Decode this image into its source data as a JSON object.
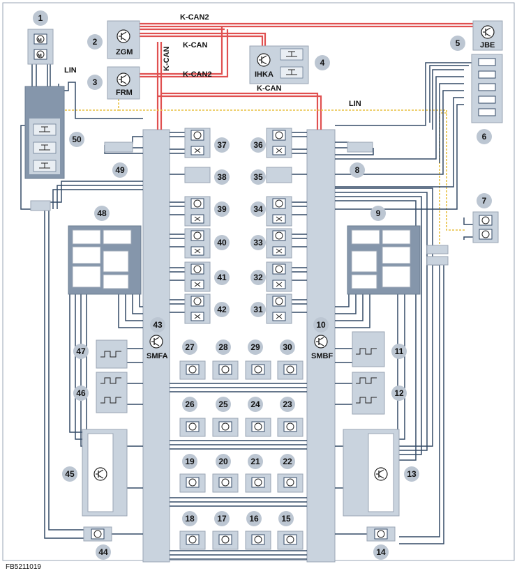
{
  "figure_id": "FB5211019",
  "bus_labels": {
    "kcan2_top": "K-CAN2",
    "kcan_top": "K-CAN",
    "kcan_vertical": "K-CAN",
    "kcan2_mid": "K-CAN2",
    "kcan_mid": "K-CAN",
    "lin_left": "LIN",
    "lin_right": "LIN"
  },
  "modules": {
    "zgm": "ZGM",
    "frm": "FRM",
    "ihka": "IHKA",
    "jbe": "JBE",
    "smfa": "SMFA",
    "smbf": "SMBF"
  },
  "motor_glyph": "M",
  "callouts": {
    "n1": "1",
    "n2": "2",
    "n3": "3",
    "n4": "4",
    "n5": "5",
    "n6": "6",
    "n7": "7",
    "n8": "8",
    "n9": "9",
    "n10": "10",
    "n11": "11",
    "n12": "12",
    "n13": "13",
    "n14": "14",
    "n15": "15",
    "n16": "16",
    "n17": "17",
    "n18": "18",
    "n19": "19",
    "n20": "20",
    "n21": "21",
    "n22": "22",
    "n23": "23",
    "n24": "24",
    "n25": "25",
    "n26": "26",
    "n27": "27",
    "n28": "28",
    "n29": "29",
    "n30": "30",
    "n31": "31",
    "n32": "32",
    "n33": "33",
    "n34": "34",
    "n35": "35",
    "n36": "36",
    "n37": "37",
    "n38": "38",
    "n39": "39",
    "n40": "40",
    "n41": "41",
    "n42": "42",
    "n43": "43",
    "n44": "44",
    "n45": "45",
    "n46": "46",
    "n47": "47",
    "n48": "48",
    "n49": "49",
    "n50": "50"
  },
  "colors": {
    "can_bus": "#e05050",
    "lin_bus": "#e8c040",
    "wire": "#334a66",
    "box_fill": "#c9d3de",
    "dark_box": "#8596ab",
    "callout": "#bcc6d2"
  }
}
